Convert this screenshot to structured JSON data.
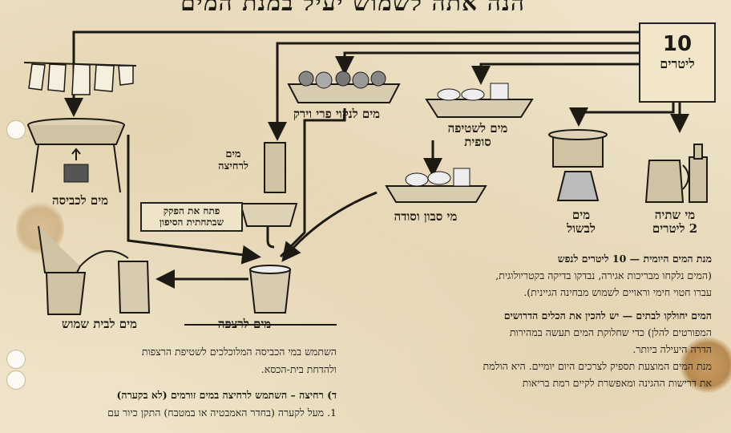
{
  "title": "הנה אתה לשמוש יעיל במנת המים",
  "box": {
    "amount": "10",
    "unit": "ליטרים"
  },
  "labels": {
    "laundry": "מים לכביסה",
    "fruit": "מים לנקוי פרי וירק",
    "rinse": "מים לשטיפה סופית",
    "washing": "מים לרחיצה",
    "soap": "מי סבון וסודה",
    "cooking_line1": "מים",
    "cooking_line2": "לבשול",
    "drinking_line1": "מי שתיה",
    "drinking_line2": "2 ליטרים",
    "toilet": "מים לבית שמוש",
    "floor": "מים לרצפה",
    "note": "פתח את הפקק שבתחתית הסיפון"
  },
  "left_text": {
    "line1": "השתמש במי הכביסה המלוכלכים לשטיפת הרצפות",
    "line2": "ולהדחת בית-הכסא.",
    "line3": "ד) רחיצה – השתמש לרחיצה במים זורמים (לא בקערה)",
    "line4": "1. מעל לקערה (בחדר האמבטיה או במטבח) התקן כיור עם"
  },
  "right_text": {
    "p1_head": "מנת המים היומית — 10 ליטרים לנפש",
    "p1_l2": "(המים נלקחו מבריכות אגירה, נבדקו בדיקה בקטריולוגית,",
    "p1_l3": "עברו חטוי חימי וראויים לשמוש מבחינה הגיינית).",
    "p2_l1": "המים יחולקו לבתים — יש להכין את הכלים הדרושים",
    "p2_l2": "המפורטים להלן) כדי שחלוקת המים תעשה במהירות",
    "p2_l3": "הדרה היעילה ביותר.",
    "p3_l1": "מנת המים המוצעת תספיק לצרכים היום יומיים. היא הולמת",
    "p3_l2": "את דרישות ההגינה ומאפשרת לקיים רמת בריאות"
  }
}
